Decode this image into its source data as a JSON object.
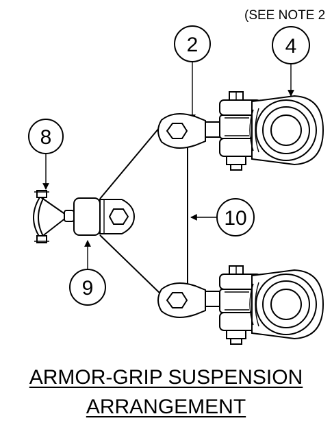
{
  "drawing": {
    "note_label": "(SEE NOTE 2",
    "callouts": [
      "2",
      "4",
      "8",
      "9",
      "10"
    ]
  },
  "title": {
    "line1": "ARMOR-GRIP SUSPENSION",
    "line2": "ARRANGEMENT"
  }
}
